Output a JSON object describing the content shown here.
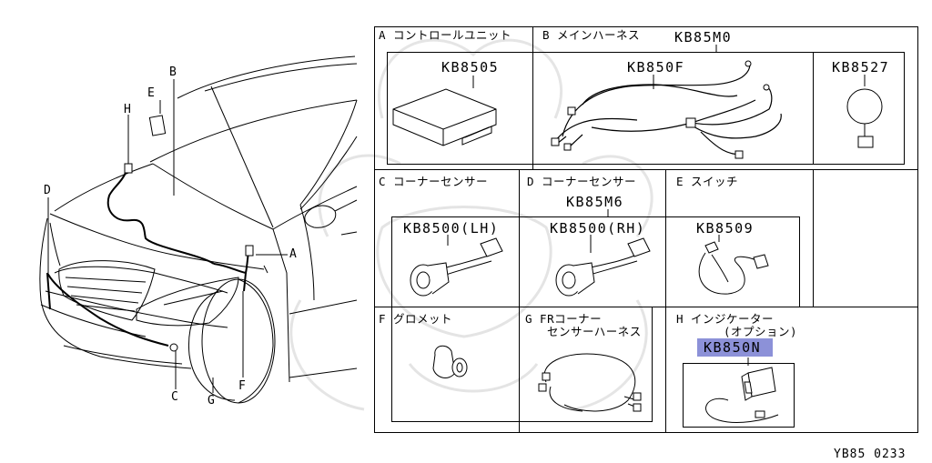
{
  "car_labels": {
    "A": "A",
    "B": "B",
    "C": "C",
    "D": "D",
    "E": "E",
    "F": "F",
    "G": "G",
    "H": "H"
  },
  "cells": {
    "A": {
      "title": "A コントロールユニット",
      "part": "KB8505"
    },
    "B": {
      "title": "B メインハーネス",
      "kit": "KB85M0",
      "part": "KB850F"
    },
    "B2": {
      "part": "KB8527"
    },
    "C": {
      "title": "C コーナーセンサー",
      "part": "KB8500(LH)"
    },
    "D": {
      "title": "D コーナーセンサー",
      "kit": "KB85M6",
      "part": "KB8500(RH)"
    },
    "E": {
      "title": "E スイッチ",
      "part": "KB8509"
    },
    "F": {
      "title": "F グロメット"
    },
    "G": {
      "title_line1": "G FRコーナー",
      "title_line2": "センサーハーネス"
    },
    "H": {
      "title_line1": "H インジケーター",
      "title_line2": "(オプション)",
      "part": "KB850N"
    }
  },
  "footer": {
    "code": "YB85 0233"
  },
  "colors": {
    "highlight": "#8c91d8",
    "line": "#000000",
    "watermark": "#d9d9d9"
  }
}
